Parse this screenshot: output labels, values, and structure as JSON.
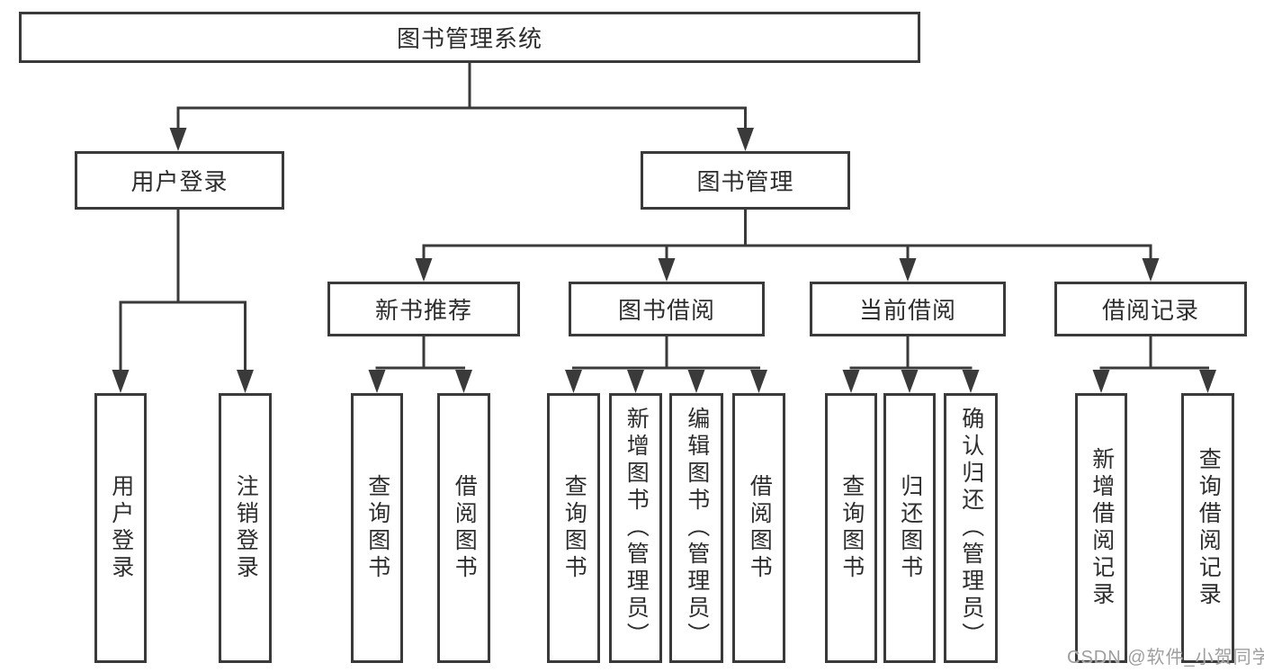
{
  "diagram": {
    "root_label": "图书管理系统",
    "level2": {
      "user_login": "用户登录",
      "book_mgmt": "图书管理"
    },
    "level3": {
      "new_books": "新书推荐",
      "book_borrow": "图书借阅",
      "current_borrow": "当前借阅",
      "borrow_records": "借阅记录"
    },
    "leaves": {
      "user_login": [
        "用户登录",
        "注销登录"
      ],
      "new_books": [
        "查询图书",
        "借阅图书"
      ],
      "book_borrow": [
        "查询图书",
        "新增图书（管理员）",
        "编辑图书（管理员）",
        "借阅图书"
      ],
      "current_borrow": [
        "查询图书",
        "归还图书",
        "确认归还（管理员）"
      ],
      "borrow_records": [
        "新增借阅记录",
        "查询借阅记录"
      ]
    }
  },
  "watermark": "CSDN @软件_小贺同学",
  "colors": {
    "line": "#3a3a3a",
    "text": "#2d2d2d",
    "watermark": "#9e9e9e",
    "background": "#ffffff"
  }
}
